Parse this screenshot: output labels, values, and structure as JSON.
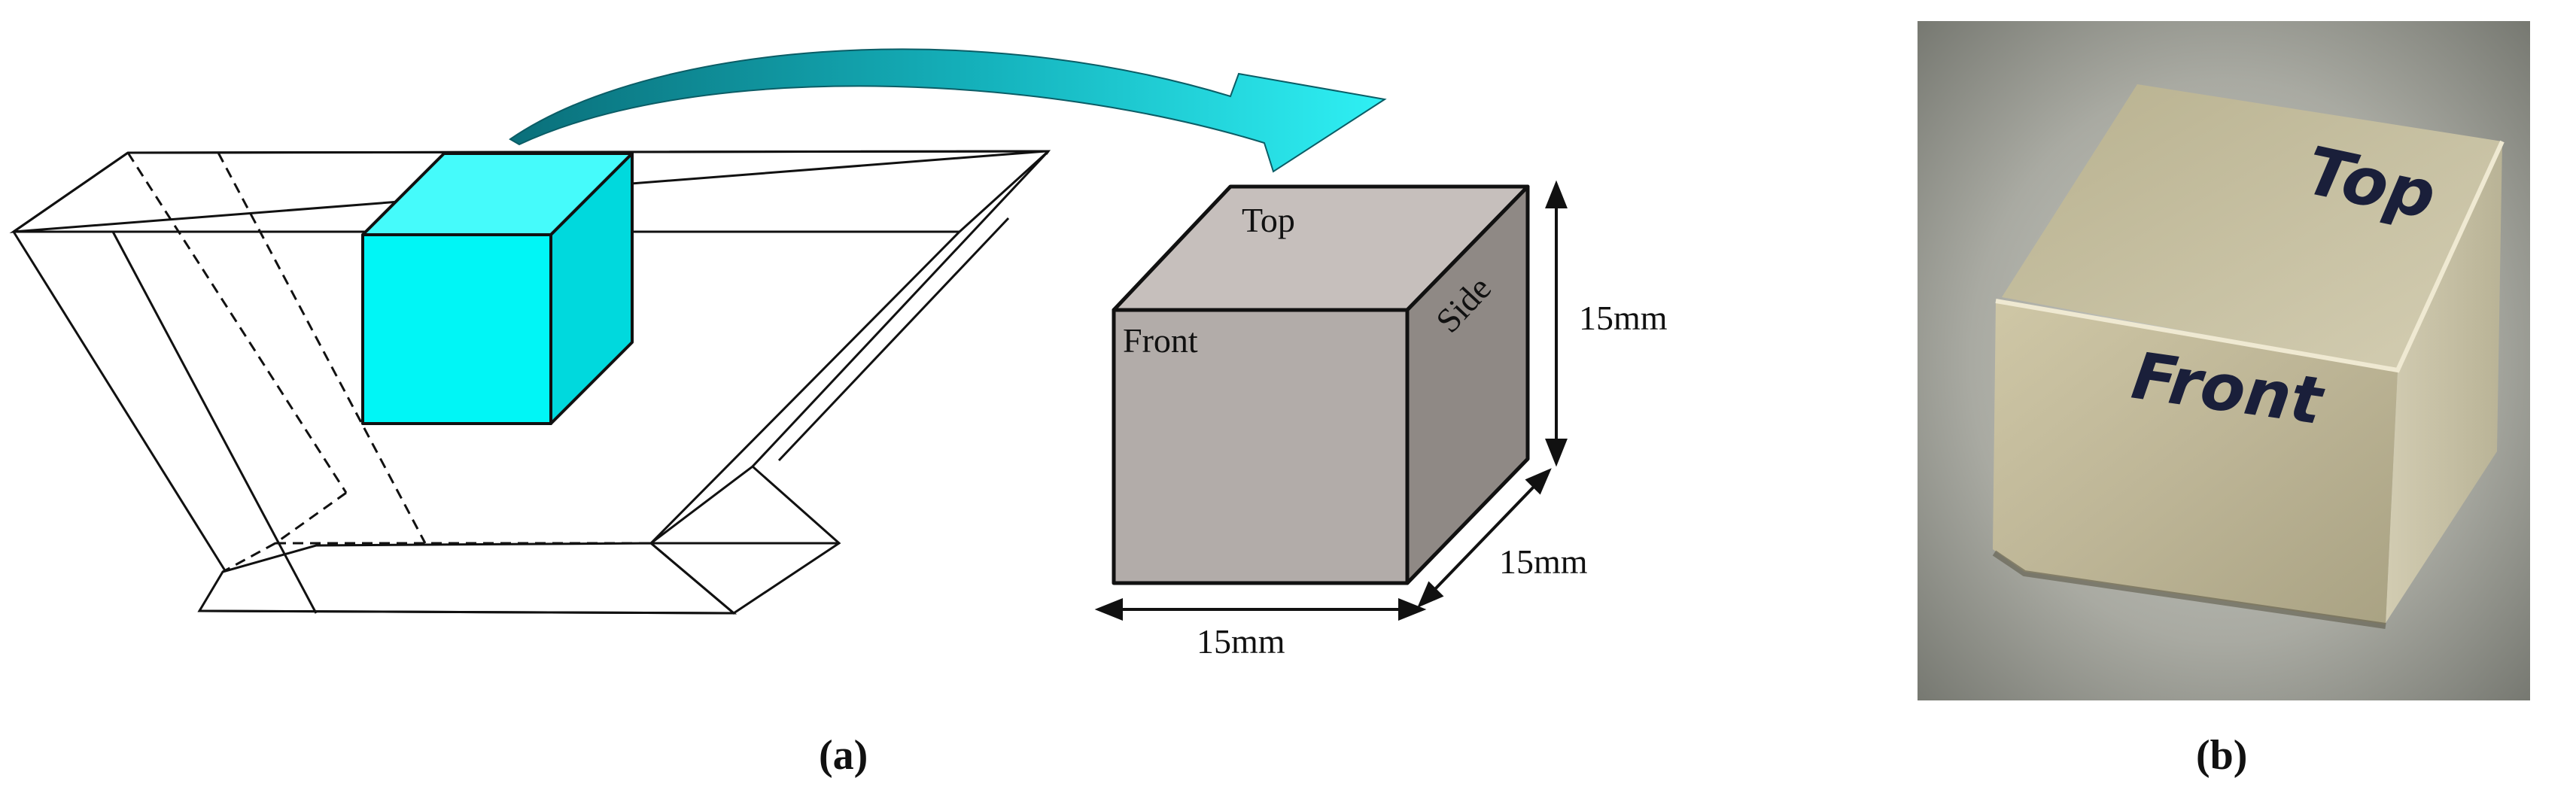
{
  "diagram": {
    "labels": {
      "top": "Top",
      "front": "Front",
      "side": "Side",
      "dim_height": "15mm",
      "dim_depth": "15mm",
      "dim_width": "15mm"
    },
    "panels": {
      "a": "(a)",
      "b": "(b)"
    },
    "photo_marks": {
      "top": "Top",
      "front": "Front"
    }
  },
  "colors": {
    "cyan_cube_front": "#00f6f6",
    "cyan_cube_top": "#45fbfb",
    "cyan_cube_side": "#00d9dd",
    "grey_cube_top": "#c6bfbc",
    "grey_cube_front": "#b2aca9",
    "grey_cube_side": "#8f8985",
    "arrow_dark": "#0a7680",
    "arrow_light": "#22e6ee",
    "photo_bg": "#8a8b82"
  }
}
